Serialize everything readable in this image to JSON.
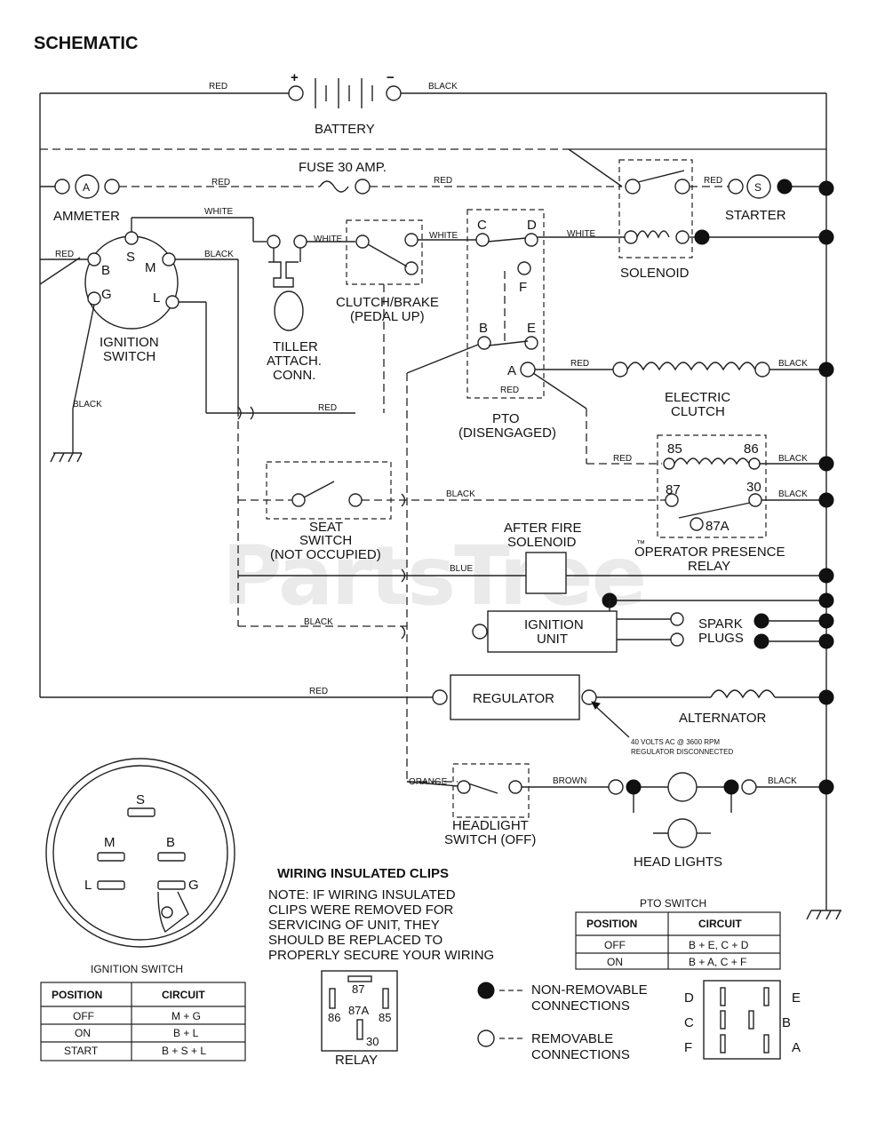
{
  "title": "SCHEMATIC",
  "watermark": "PartsTree",
  "watermark_tm": "™",
  "components": {
    "battery": "BATTERY",
    "battery_plus": "+",
    "battery_minus": "−",
    "fuse": "FUSE 30 AMP.",
    "ammeter": "AMMETER",
    "ammeter_symbol": "A",
    "starter": "STARTER",
    "starter_symbol": "S",
    "solenoid": "SOLENOID",
    "clutch_brake_1": "CLUTCH/BRAKE",
    "clutch_brake_2": "(PEDAL UP)",
    "tiller_1": "TILLER",
    "tiller_2": "ATTACH.",
    "tiller_3": "CONN.",
    "ignition_switch_1": "IGNITION",
    "ignition_switch_2": "SWITCH",
    "pto_1": "PTO",
    "pto_2": "(DISENGAGED)",
    "electric_clutch_1": "ELECTRIC",
    "electric_clutch_2": "CLUTCH",
    "seat_switch_1": "SEAT",
    "seat_switch_2": "SWITCH",
    "seat_switch_3": "(NOT OCCUPIED)",
    "after_fire_1": "AFTER FIRE",
    "after_fire_2": "SOLENOID",
    "relay_1": "OPERATOR PRESENCE",
    "relay_2": "RELAY",
    "ignition_unit_1": "IGNITION",
    "ignition_unit_2": "UNIT",
    "spark_plugs_1": "SPARK",
    "spark_plugs_2": "PLUGS",
    "regulator": "REGULATOR",
    "alternator": "ALTERNATOR",
    "alt_note_1": "40 VOLTS AC @ 3600 RPM",
    "alt_note_2": "REGULATOR DISCONNECTED",
    "headlight_switch_1": "HEADLIGHT",
    "headlight_switch_2": "SWITCH (OFF)",
    "head_lights": "HEAD LIGHTS"
  },
  "wire_labels": {
    "red": "RED",
    "black": "BLACK",
    "white": "WHITE",
    "blue": "BLUE",
    "orange": "ORANGE",
    "brown": "BROWN"
  },
  "terminals": {
    "ign_s": "S",
    "ign_b": "B",
    "ign_m": "M",
    "ign_g": "G",
    "ign_l": "L",
    "pto_c": "C",
    "pto_d": "D",
    "pto_f": "F",
    "pto_b": "B",
    "pto_e": "E",
    "pto_a": "A",
    "r85": "85",
    "r86": "86",
    "r87": "87",
    "r30": "30",
    "r87a": "87A"
  },
  "ignition_face": {
    "s": "S",
    "m": "M",
    "b": "B",
    "l": "L",
    "g": "G"
  },
  "ignition_table": {
    "caption": "IGNITION SWITCH",
    "headers": [
      "POSITION",
      "CIRCUIT"
    ],
    "rows": [
      [
        "OFF",
        "M + G"
      ],
      [
        "ON",
        "B + L"
      ],
      [
        "START",
        "B + S + L"
      ]
    ]
  },
  "clips_note": {
    "title": "WIRING INSULATED CLIPS",
    "lines": [
      "NOTE: IF WIRING INSULATED",
      "CLIPS WERE REMOVED FOR",
      "SERVICING OF UNIT, THEY",
      "SHOULD BE REPLACED TO",
      "PROPERLY SECURE YOUR WIRING"
    ]
  },
  "relay_diagram": {
    "caption": "RELAY",
    "p87": "87",
    "p86": "86",
    "p87a": "87A",
    "p85": "85",
    "p30": "30"
  },
  "legend": {
    "non_removable_1": "NON-REMOVABLE",
    "non_removable_2": "CONNECTIONS",
    "removable_1": "REMOVABLE",
    "removable_2": "CONNECTIONS"
  },
  "pto_table": {
    "caption": "PTO SWITCH",
    "headers": [
      "POSITION",
      "CIRCUIT"
    ],
    "rows": [
      [
        "OFF",
        "B + E, C + D"
      ],
      [
        "ON",
        "B + A, C + F"
      ]
    ]
  },
  "pto_pinout": {
    "d": "D",
    "c": "C",
    "f": "F",
    "e": "E",
    "b": "B",
    "a": "A"
  }
}
